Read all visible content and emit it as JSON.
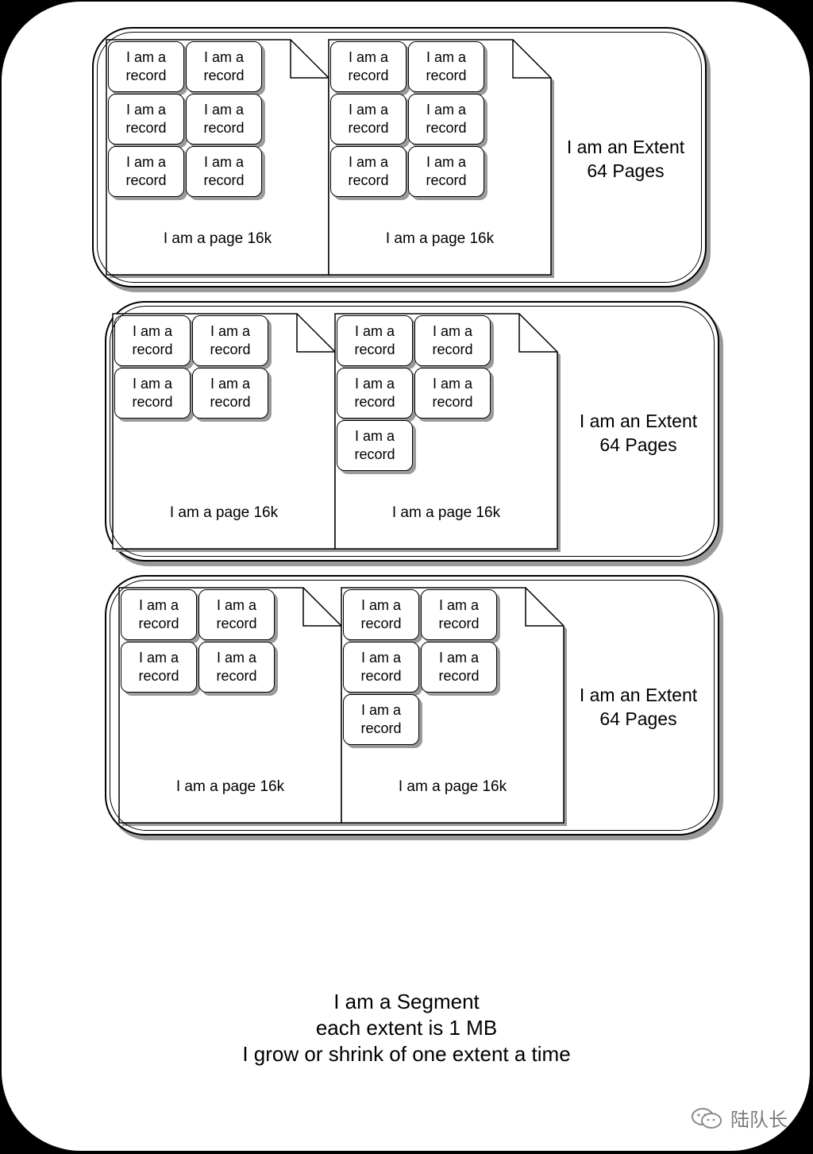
{
  "record_label": "I am a record",
  "page_label": "I am a page 16k",
  "extent_label_line1": "I am an Extent",
  "extent_label_line2": "64 Pages",
  "segment": {
    "line1": "I am a Segment",
    "line2": "each extent is 1 MB",
    "line3": "I grow or shrink of one extent a time"
  },
  "extents": [
    {
      "pages": [
        {
          "records": 6
        },
        {
          "records": 6
        }
      ]
    },
    {
      "pages": [
        {
          "records": 4
        },
        {
          "records": 5
        }
      ]
    },
    {
      "pages": [
        {
          "records": 4
        },
        {
          "records": 5
        }
      ]
    }
  ],
  "watermark": "陆队长"
}
